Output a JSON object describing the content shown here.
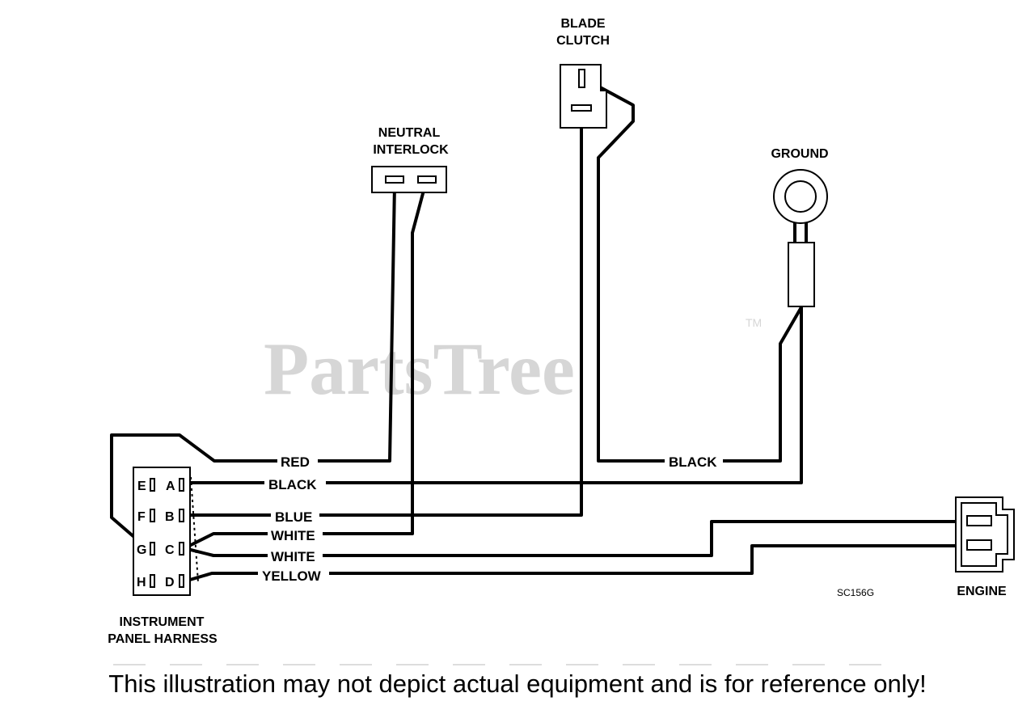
{
  "watermark": {
    "brand": "PartsTree",
    "trademark": "TM"
  },
  "components": {
    "blade_clutch": {
      "line1": "BLADE",
      "line2": "CLUTCH"
    },
    "neutral_interlock": {
      "line1": "NEUTRAL",
      "line2": "INTERLOCK"
    },
    "ground": {
      "label": "GROUND"
    },
    "engine": {
      "label": "ENGINE"
    },
    "harness": {
      "line1": "INSTRUMENT",
      "line2": "PANEL HARNESS",
      "pins_left": [
        "E",
        "F",
        "G",
        "H"
      ],
      "pins_right": [
        "A",
        "B",
        "C",
        "D"
      ]
    }
  },
  "wires": {
    "red": "RED",
    "black_a": "BLACK",
    "black_clutch": "BLACK",
    "blue": "BLUE",
    "white_1": "WHITE",
    "white_2": "WHITE",
    "yellow": "YELLOW"
  },
  "diagram_code": "SC156G",
  "footer": "This illustration may not depict actual equipment and is for reference only!"
}
